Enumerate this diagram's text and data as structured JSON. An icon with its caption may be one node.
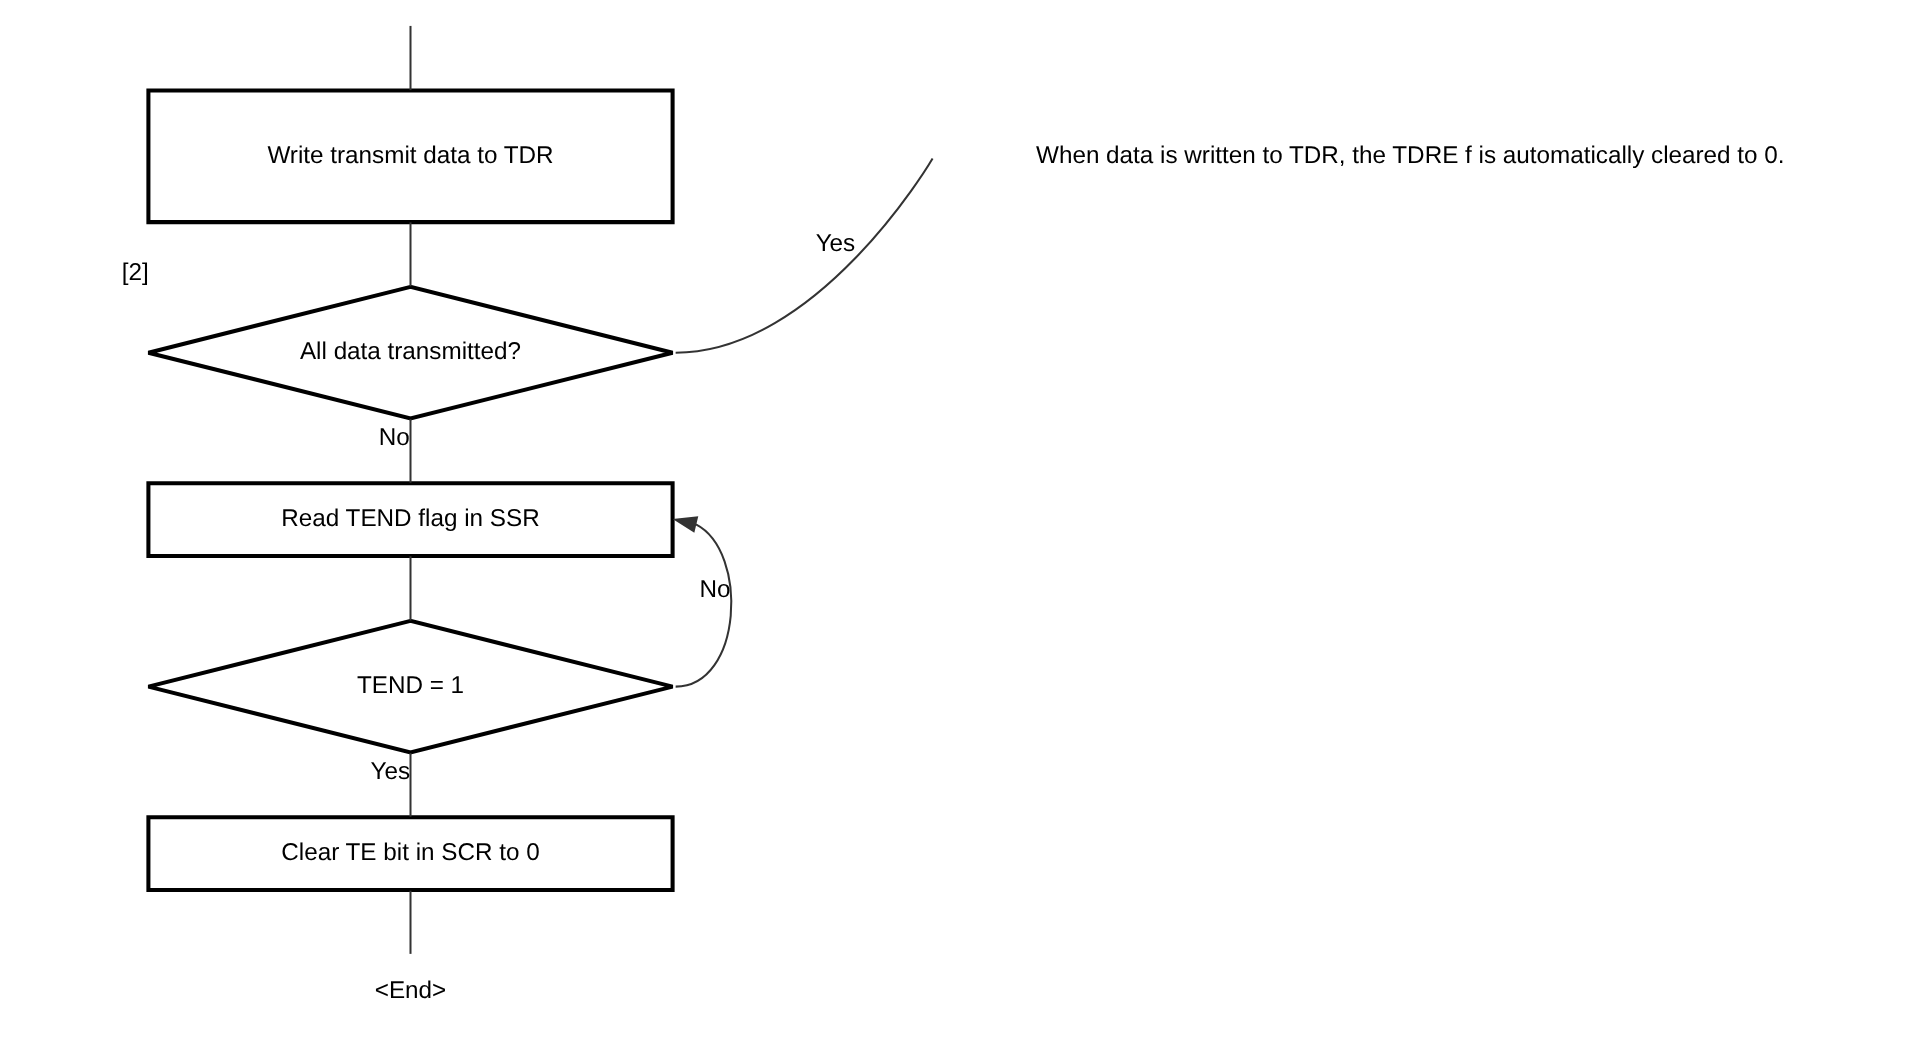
{
  "diagram": {
    "nodes": [
      {
        "text": [
          "Write transmit data to TDR"
        ]
      },
      {
        "text": [
          "All data transmitted?"
        ],
        "beside": [
          "[2]"
        ]
      },
      {
        "text": [
          "Read TEND flag in SSR"
        ]
      },
      {
        "text": [
          "TEND = 1"
        ]
      },
      {
        "text": [
          "Clear TE bit in SCR to 0"
        ]
      },
      {
        "text": [
          "<End>"
        ]
      }
    ],
    "edges": [
      {
        "from": null,
        "to": 0,
        "arrow": "none"
      },
      {
        "from": 0,
        "to": 1,
        "arrow": "none"
      },
      {
        "from": 1,
        "to": null,
        "label": "Yes",
        "arrow": "none"
      },
      {
        "from": 1,
        "to": 2,
        "label": "No",
        "arrow": "none"
      },
      {
        "from": 2,
        "to": 3,
        "arrow": "none"
      },
      {
        "from": 3,
        "to": 2,
        "label": "No",
        "arrow": "to"
      },
      {
        "from": 3,
        "to": 4,
        "label": "Yes",
        "arrow": "none"
      },
      {
        "from": 4,
        "to": 5,
        "arrow": "none"
      }
    ],
    "labels": [
      "When data is written to TDR, the TDRE f is automatically cleared to 0."
    ]
  }
}
